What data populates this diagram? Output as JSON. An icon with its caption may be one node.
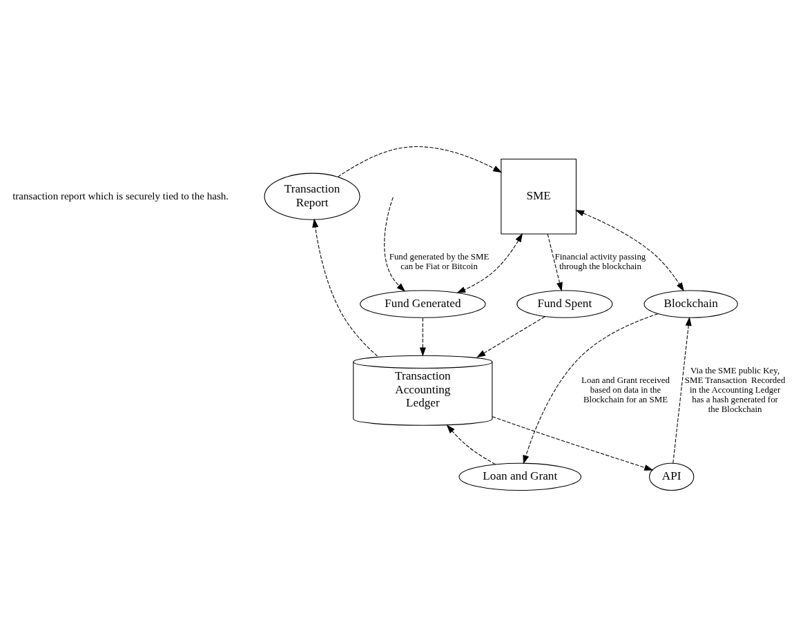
{
  "diagram": {
    "nodes": [
      {
        "text": [
          "SME"
        ]
      },
      {
        "text": [
          "Transaction Report"
        ]
      },
      {
        "text": [
          "Fund Spent"
        ]
      },
      {
        "text": [
          "Blockchain"
        ]
      },
      {
        "text": [
          "Fund Generated"
        ]
      },
      {
        "text": [
          "API"
        ]
      },
      {
        "text": [
          "Loan and Grant"
        ]
      },
      {
        "text": [
          "Transaction Accounting Ledger"
        ]
      }
    ],
    "edges": [
      {
        "from": 1,
        "to": 0,
        "arrow": "to"
      },
      {
        "from": 0,
        "to": 2,
        "arrow": "to",
        "label": "Financial activity passing through the blockchain"
      },
      {
        "from": 0,
        "to": 3,
        "arrow": "both"
      },
      {
        "from": 0,
        "to": 4,
        "arrow": "both"
      },
      {
        "from": null,
        "to": 4,
        "arrow": "to",
        "label": "Fund generated by the SME can be Fiat or Bitcoin"
      },
      {
        "from": 3,
        "to": 6,
        "arrow": "to",
        "label": "Loan and Grant received based on data in the Blockchain for an SME"
      },
      {
        "from": 4,
        "to": 7,
        "arrow": "to"
      },
      {
        "from": 5,
        "to": 3,
        "arrow": "to",
        "label": "Via the SME public Key, SME Transaction  Recorded in the Accounting Ledger has a hash generated for the Blockchain"
      },
      {
        "from": 2,
        "to": 7,
        "arrow": "to"
      },
      {
        "from": 7,
        "to": 5,
        "arrow": "to"
      },
      {
        "from": 6,
        "to": 7,
        "arrow": "to"
      },
      {
        "from": 7,
        "to": 1,
        "arrow": "to"
      }
    ],
    "labels": [
      "transaction report which is securely tied to the hash."
    ]
  }
}
